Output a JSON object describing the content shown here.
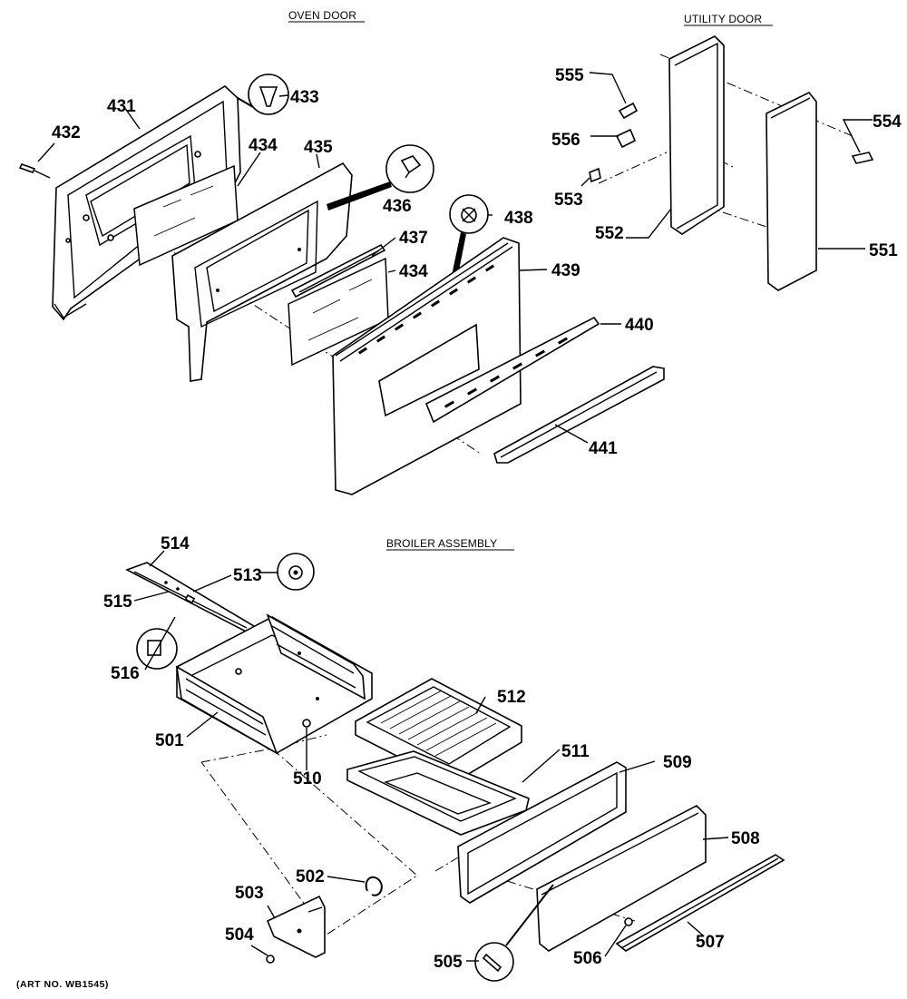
{
  "headings": {
    "oven_door": "OVEN DOOR",
    "utility_door": "UTILITY DOOR",
    "broiler_assembly": "BROILER ASSEMBLY"
  },
  "art_number": "(ART NO. WB1545)",
  "parts": {
    "p431": "431",
    "p432": "432",
    "p433": "433",
    "p434a": "434",
    "p434b": "434",
    "p435": "435",
    "p436": "436",
    "p437": "437",
    "p438": "438",
    "p439": "439",
    "p440": "440",
    "p441": "441",
    "p551": "551",
    "p552": "552",
    "p553": "553",
    "p554": "554",
    "p555": "555",
    "p556": "556",
    "p501": "501",
    "p502": "502",
    "p503": "503",
    "p504": "504",
    "p505": "505",
    "p506": "506",
    "p507": "507",
    "p508": "508",
    "p509": "509",
    "p510": "510",
    "p511": "511",
    "p512": "512",
    "p513": "513",
    "p514": "514",
    "p515": "515",
    "p516": "516"
  }
}
